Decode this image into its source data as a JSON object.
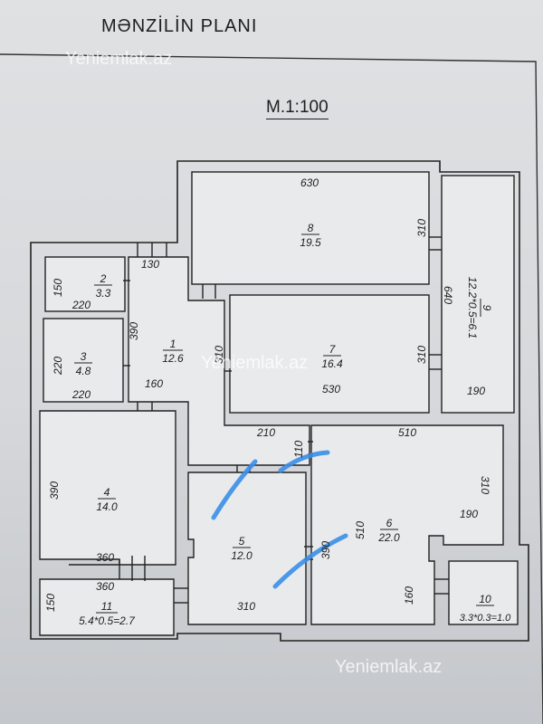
{
  "plan": {
    "title": "MƏNZİLİN PLANI",
    "scale": "M.1:100"
  },
  "watermark": {
    "text": "Yeniemlak.az"
  },
  "rooms": {
    "r1": {
      "number": "1",
      "area": "12.6"
    },
    "r2": {
      "number": "2",
      "area": "3.3"
    },
    "r3": {
      "number": "3",
      "area": "4.8"
    },
    "r4": {
      "number": "4",
      "area": "14.0"
    },
    "r5": {
      "number": "5",
      "area": "12.0"
    },
    "r6": {
      "number": "6",
      "area": "22.0"
    },
    "r7": {
      "number": "7",
      "area": "16.4"
    },
    "r8": {
      "number": "8",
      "area": "19.5"
    },
    "r9": {
      "number": "9",
      "area": "12.2*0.5=6.1"
    },
    "r10": {
      "number": "10",
      "area": "3.3*0.3=1.0"
    },
    "r11": {
      "number": "11",
      "area": "5.4*0.5=2.7"
    }
  },
  "dimensions": {
    "d8_w": "630",
    "d8_h": "310",
    "d9_h": "640",
    "d9_w": "190",
    "d1_top": "130",
    "d2_h": "150",
    "d2_w": "220",
    "d1_h": "390",
    "d3_h": "220",
    "d3_w": "220",
    "d1_bottom": "160",
    "d7_left": "310",
    "d7_right": "310",
    "d7_w": "530",
    "d_corr_w": "210",
    "d_corr_h": "110",
    "d6_top": "510",
    "d6_right": "310",
    "d6_notch": "190",
    "d4_h": "390",
    "d4_w": "360",
    "d11_w": "360",
    "d11_h": "150",
    "d5_h": "390",
    "d5_w": "310",
    "d6_left": "510",
    "d6_bottom": "160"
  }
}
